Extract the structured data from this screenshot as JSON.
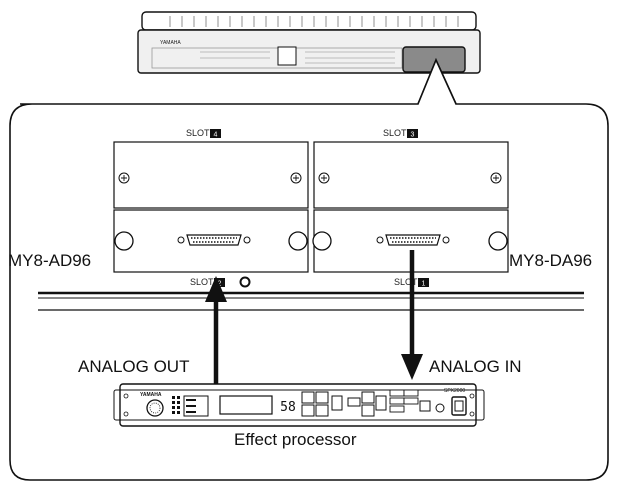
{
  "slots": {
    "slot4": {
      "prefix": "SLOT",
      "number": "4"
    },
    "slot3": {
      "prefix": "SLOT",
      "number": "3"
    },
    "slot2": {
      "prefix": "SLOT",
      "number": "2"
    },
    "slot1": {
      "prefix": "SLOT",
      "number": "1"
    }
  },
  "cards": {
    "left": "MY8-AD96",
    "right": "MY8-DA96"
  },
  "connections": {
    "out": "ANALOG OUT",
    "in": "ANALOG IN"
  },
  "device": {
    "caption": "Effect processor",
    "display": "58",
    "brand": "YAMAHA",
    "model": "SPX2000"
  },
  "console": {
    "brand": "YAMAHA"
  },
  "colors": {
    "line": "#111111",
    "panel_fill": "#ffffff",
    "highlight_fill": "#8a8a8a",
    "console_fill": "#f0f0f0"
  }
}
